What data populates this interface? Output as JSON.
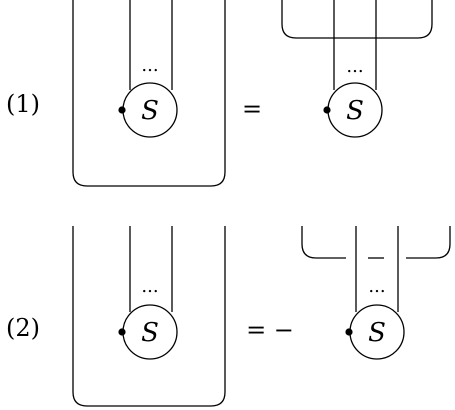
{
  "equations": [
    {
      "label": "(1)",
      "lhs": {
        "node": "S",
        "ellipsis": "..."
      },
      "relation": "=",
      "rhs": {
        "node": "S",
        "ellipsis": "..."
      }
    },
    {
      "label": "(2)",
      "lhs": {
        "node": "S",
        "ellipsis": "..."
      },
      "relation": "= −",
      "rhs": {
        "node": "S",
        "ellipsis": "..."
      }
    }
  ],
  "colors": {
    "stroke": "#000000",
    "background": "#ffffff"
  }
}
